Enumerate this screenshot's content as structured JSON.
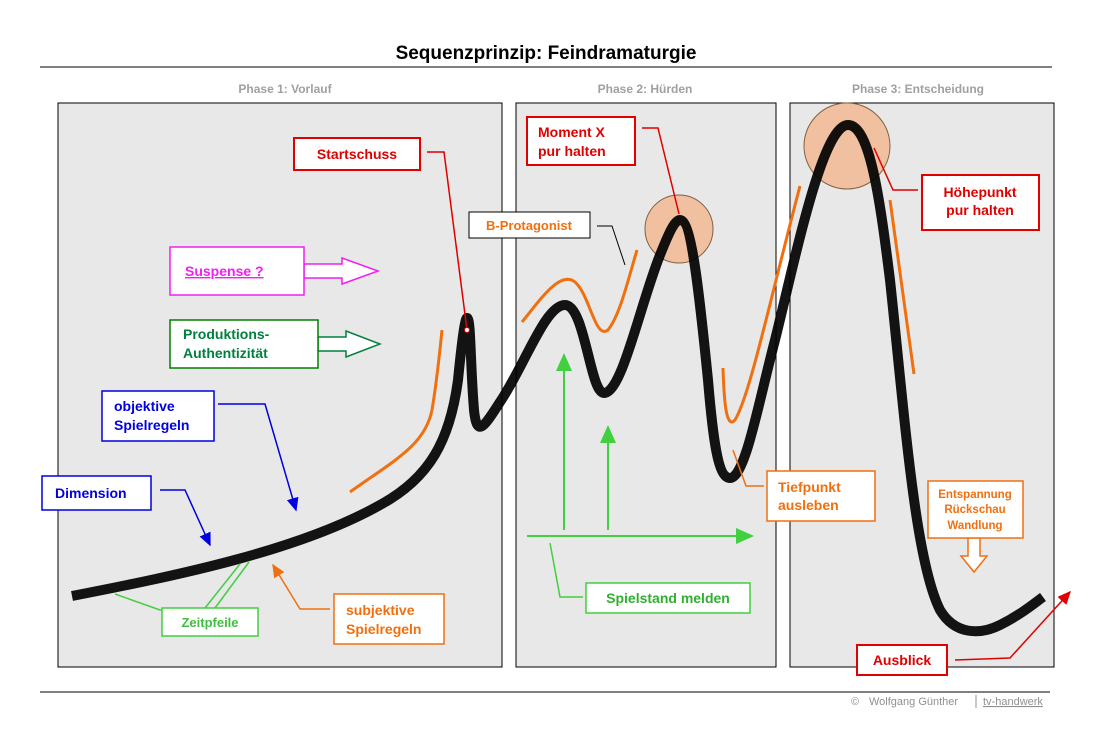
{
  "title": "Sequenzprinzip:  Feindramaturgie",
  "phases": [
    {
      "label": "Phase 1:  Vorlauf"
    },
    {
      "label": "Phase 2:  Hürden"
    },
    {
      "label": "Phase 3:  Entscheidung"
    }
  ],
  "labels": {
    "startschuss": "Startschuss",
    "moment_x": [
      "Moment X",
      "pur halten"
    ],
    "b_protagonist": "B-Protagonist",
    "hoehepunkt": [
      "Höhepunkt",
      "pur halten"
    ],
    "suspense": "Suspense ?",
    "produktion": [
      "Produktions-",
      "Authentizität"
    ],
    "objektive": [
      "objektive",
      "Spielregeln"
    ],
    "dimension": "Dimension",
    "zeitpfeile": "Zeitpfeile",
    "subjektive": [
      "subjektive",
      "Spielregeln"
    ],
    "spielstand": "Spielstand melden",
    "tiefpunkt": [
      "Tiefpunkt",
      "ausleben"
    ],
    "entspannung": [
      "Entspannung",
      "Rückschau",
      "Wandlung"
    ],
    "ausblick": "Ausblick"
  },
  "footer": {
    "copyright": "©",
    "author": "Wolfgang Günther",
    "site": "tv-handwerk"
  },
  "colors": {
    "red": "#e00000",
    "orange": "#f07010",
    "blue": "#0000e0",
    "green": "#40d040",
    "darkgreen": "#008040",
    "magenta": "#f020f0",
    "circle": "#f0c0a0"
  }
}
